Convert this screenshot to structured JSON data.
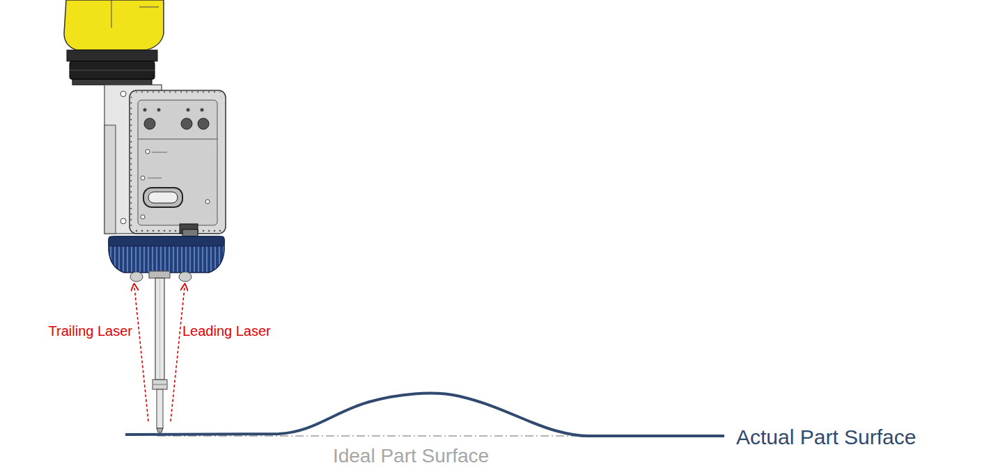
{
  "diagram": {
    "labels": [
      "Trailing Laser",
      "Leading Laser",
      "Actual Part Surface",
      "Ideal Part Surface"
    ]
  }
}
